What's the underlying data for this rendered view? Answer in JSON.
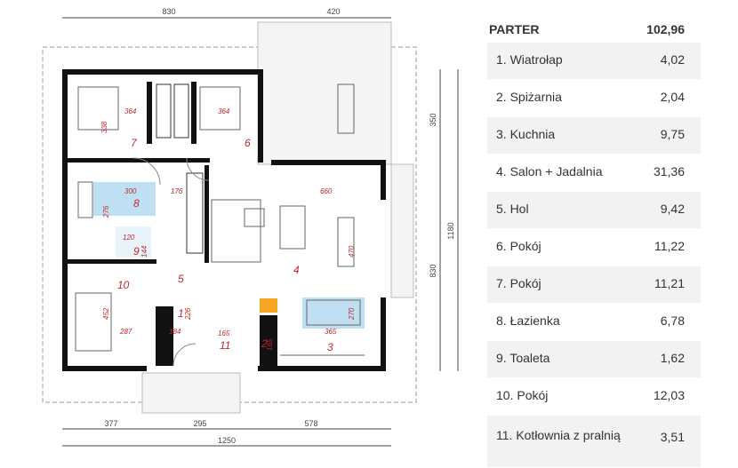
{
  "plan": {
    "top_dims": [
      "830",
      "420"
    ],
    "bottom_dims": [
      "377",
      "295",
      "578"
    ],
    "bottom_total": "1250",
    "right_dims": [
      "350",
      "1180",
      "830"
    ],
    "room_numbers": [
      "7",
      "6",
      "8",
      "9",
      "10",
      "5",
      "4",
      "1",
      "11",
      "2",
      "3"
    ],
    "measurements": [
      "364",
      "364",
      "338",
      "300",
      "176",
      "660",
      "276",
      "120",
      "144",
      "470",
      "287",
      "452",
      "184",
      "226",
      "165",
      "165",
      "270",
      "365"
    ]
  },
  "table": {
    "title": "PARTER",
    "total": "102,96",
    "rows": [
      {
        "name": "1. Wiatrołap",
        "value": "4,02"
      },
      {
        "name": "2. Spiżarnia",
        "value": "2,04"
      },
      {
        "name": "3. Kuchnia",
        "value": "9,75"
      },
      {
        "name": "4. Salon + Jadalnia",
        "value": "31,36"
      },
      {
        "name": "5. Hol",
        "value": "9,42"
      },
      {
        "name": "6. Pokój",
        "value": "11,22"
      },
      {
        "name": "7. Pokój",
        "value": "11,21"
      },
      {
        "name": "8. Łazienka",
        "value": "6,78"
      },
      {
        "name": "9. Toaleta",
        "value": "1,62"
      },
      {
        "name": "10. Pokój",
        "value": "12,03"
      },
      {
        "name": "11. Kotłownia z pralnią",
        "value": "3,51"
      }
    ]
  },
  "colors": {
    "wall": "#111111",
    "bath_fill": "#bfe0f2",
    "kitchen_fill": "#bfe0f2",
    "room_label": "#c0272d",
    "fireplace": "#f5a623"
  }
}
